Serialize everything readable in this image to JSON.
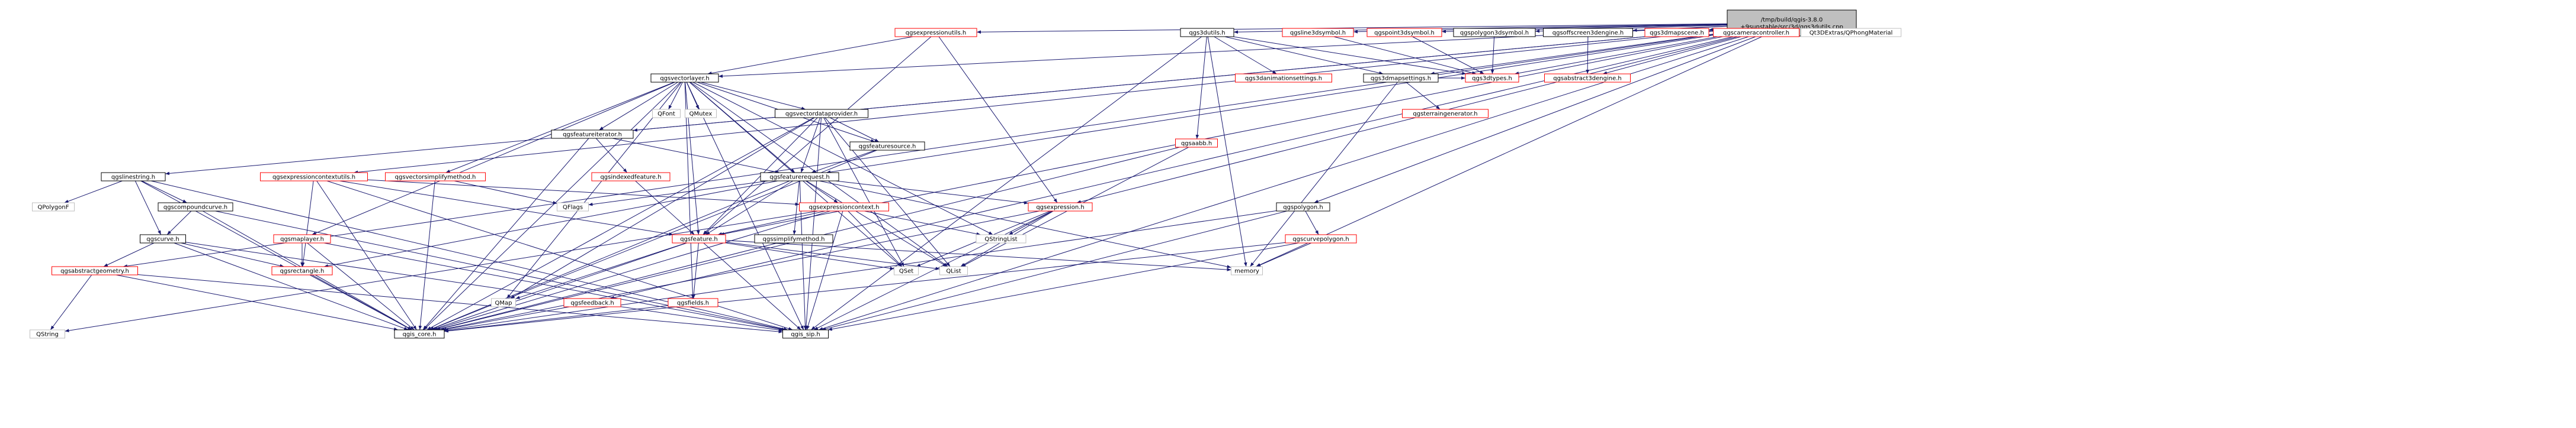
{
  "colors": {
    "edge": "#191970",
    "node_border_normal": "#000000",
    "node_border_linked": "#ff0000",
    "node_border_external": "#bfbfbf",
    "node_fill": "#ffffff",
    "root_fill": "#bfbfbf",
    "text": "#000000"
  },
  "nodes": [
    {
      "id": "root",
      "label": [
        "/tmp/build/qgis-3.8.0",
        "+9sunstable/src/3d/qgs3dutils.cpp"
      ],
      "kind": "root"
    },
    {
      "id": "qgsexpressionutils",
      "label": [
        "qgsexpressionutils.h"
      ],
      "kind": "linked"
    },
    {
      "id": "qgs3dutils",
      "label": [
        "qgs3dutils.h"
      ],
      "kind": "normal"
    },
    {
      "id": "qgsline3dsymbol",
      "label": [
        "qgsline3dsymbol.h"
      ],
      "kind": "linked"
    },
    {
      "id": "qgspoint3dsymbol",
      "label": [
        "qgspoint3dsymbol.h"
      ],
      "kind": "linked"
    },
    {
      "id": "qgspolygon3dsymbol",
      "label": [
        "qgspolygon3dsymbol.h"
      ],
      "kind": "normal"
    },
    {
      "id": "qgsoffscreen3dengine",
      "label": [
        "qgsoffscreen3dengine.h"
      ],
      "kind": "normal"
    },
    {
      "id": "qgs3dmapscene",
      "label": [
        "qgs3dmapscene.h"
      ],
      "kind": "linked"
    },
    {
      "id": "qgscameracontroller",
      "label": [
        "qgscameracontroller.h"
      ],
      "kind": "linked"
    },
    {
      "id": "qt3dextras",
      "label": [
        "Qt3DExtras/QPhongMaterial"
      ],
      "kind": "external"
    },
    {
      "id": "qgsvectorlayer",
      "label": [
        "qgsvectorlayer.h"
      ],
      "kind": "normal"
    },
    {
      "id": "qgs3danimationsettings",
      "label": [
        "qgs3danimationsettings.h"
      ],
      "kind": "linked"
    },
    {
      "id": "qgs3dmapsettings",
      "label": [
        "qgs3dmapsettings.h"
      ],
      "kind": "normal"
    },
    {
      "id": "qgs3dtypes",
      "label": [
        "qgs3dtypes.h"
      ],
      "kind": "linked"
    },
    {
      "id": "qgsabstract3dengine",
      "label": [
        "qgsabstract3dengine.h"
      ],
      "kind": "linked"
    },
    {
      "id": "qfont",
      "label": [
        "QFont"
      ],
      "kind": "external"
    },
    {
      "id": "qmutex",
      "label": [
        "QMutex"
      ],
      "kind": "external"
    },
    {
      "id": "qgsvectordataprovider",
      "label": [
        "qgsvectordataprovider.h"
      ],
      "kind": "normal"
    },
    {
      "id": "qgsterraingenerator",
      "label": [
        "qgsterraingenerator.h"
      ],
      "kind": "linked"
    },
    {
      "id": "qgsaabb",
      "label": [
        "qgsaabb.h"
      ],
      "kind": "linked"
    },
    {
      "id": "qgsfeatureiterator",
      "label": [
        "qgsfeatureiterator.h"
      ],
      "kind": "normal"
    },
    {
      "id": "qgsfeaturesource",
      "label": [
        "qgsfeaturesource.h"
      ],
      "kind": "normal"
    },
    {
      "id": "qgslinestring",
      "label": [
        "qgslinestring.h"
      ],
      "kind": "normal"
    },
    {
      "id": "qgsexpressioncontextutils",
      "label": [
        "qgsexpressioncontextutils.h"
      ],
      "kind": "linked"
    },
    {
      "id": "qgsvectorsimplifymethod",
      "label": [
        "qgsvectorsimplifymethod.h"
      ],
      "kind": "linked"
    },
    {
      "id": "qgsindexedfeature",
      "label": [
        "qgsindexedfeature.h"
      ],
      "kind": "linked"
    },
    {
      "id": "qgsfeaturerequest",
      "label": [
        "qgsfeaturerequest.h"
      ],
      "kind": "normal"
    },
    {
      "id": "qgspolygon",
      "label": [
        "qgspolygon.h"
      ],
      "kind": "normal"
    },
    {
      "id": "qpolygonf",
      "label": [
        "QPolygonF"
      ],
      "kind": "external"
    },
    {
      "id": "qgscompoundcurve",
      "label": [
        "qgscompoundcurve.h"
      ],
      "kind": "normal"
    },
    {
      "id": "qflags",
      "label": [
        "QFlags"
      ],
      "kind": "external"
    },
    {
      "id": "qgsexpressioncontext",
      "label": [
        "qgsexpressioncontext.h"
      ],
      "kind": "linked"
    },
    {
      "id": "qgsexpression",
      "label": [
        "qgsexpression.h"
      ],
      "kind": "linked"
    },
    {
      "id": "qgscurvepolygon",
      "label": [
        "qgscurvepolygon.h"
      ],
      "kind": "linked"
    },
    {
      "id": "qgsmaplayer",
      "label": [
        "qgsmaplayer.h"
      ],
      "kind": "linked"
    },
    {
      "id": "qgscurve",
      "label": [
        "qgscurve.h"
      ],
      "kind": "normal"
    },
    {
      "id": "qstringlist",
      "label": [
        "QStringList"
      ],
      "kind": "external"
    },
    {
      "id": "qgsfeature",
      "label": [
        "qgsfeature.h"
      ],
      "kind": "linked"
    },
    {
      "id": "qgssimplifymethod",
      "label": [
        "qgssimplifymethod.h"
      ],
      "kind": "normal"
    },
    {
      "id": "memory",
      "label": [
        "memory"
      ],
      "kind": "external"
    },
    {
      "id": "qgsabstractgeometry",
      "label": [
        "qgsabstractgeometry.h"
      ],
      "kind": "linked"
    },
    {
      "id": "qgsrectangle",
      "label": [
        "qgsrectangle.h"
      ],
      "kind": "linked"
    },
    {
      "id": "qmap",
      "label": [
        "QMap"
      ],
      "kind": "external"
    },
    {
      "id": "qgsfeedback",
      "label": [
        "qgsfeedback.h"
      ],
      "kind": "linked"
    },
    {
      "id": "qgsfields",
      "label": [
        "qgsfields.h"
      ],
      "kind": "linked"
    },
    {
      "id": "qset",
      "label": [
        "QSet"
      ],
      "kind": "external"
    },
    {
      "id": "qlist",
      "label": [
        "QList"
      ],
      "kind": "external"
    },
    {
      "id": "qstring",
      "label": [
        "QString"
      ],
      "kind": "external"
    },
    {
      "id": "qgis_core",
      "label": [
        "qgis_core.h"
      ],
      "kind": "normal"
    },
    {
      "id": "qgis_sip",
      "label": [
        "qgis_sip.h"
      ],
      "kind": "normal"
    }
  ],
  "edges": [
    [
      "root",
      "qgsexpressionutils"
    ],
    [
      "root",
      "qgs3dutils"
    ],
    [
      "root",
      "qgsline3dsymbol"
    ],
    [
      "root",
      "qgspoint3dsymbol"
    ],
    [
      "root",
      "qgspolygon3dsymbol"
    ],
    [
      "root",
      "qgsoffscreen3dengine"
    ],
    [
      "root",
      "qgs3dmapscene"
    ],
    [
      "root",
      "qgscameracontroller"
    ],
    [
      "root",
      "qt3dextras"
    ],
    [
      "root",
      "qgsvectorlayer"
    ],
    [
      "root",
      "qgs3dmapsettings"
    ],
    [
      "root",
      "qgsabstract3dengine"
    ],
    [
      "root",
      "qgs3dtypes"
    ],
    [
      "root",
      "qgsfeatureiterator"
    ],
    [
      "root",
      "qgslinestring"
    ],
    [
      "root",
      "qgsexpressioncontextutils"
    ],
    [
      "root",
      "qgsfeaturerequest"
    ],
    [
      "root",
      "qgspolygon"
    ],
    [
      "root",
      "qgsexpression"
    ],
    [
      "root",
      "qgsfeature"
    ],
    [
      "root",
      "qgsabstractgeometry"
    ],
    [
      "root",
      "qgsfeedback"
    ],
    [
      "root",
      "memory"
    ],
    [
      "root",
      "qgis_sip"
    ],
    [
      "qgsexpressionutils",
      "qgsvectorlayer"
    ],
    [
      "qgsexpressionutils",
      "qgsexpression"
    ],
    [
      "qgsexpressionutils",
      "qgsfeature"
    ],
    [
      "qgs3dutils",
      "qgs3danimationsettings"
    ],
    [
      "qgs3dutils",
      "qgs3dmapsettings"
    ],
    [
      "qgs3dutils",
      "qgs3dtypes"
    ],
    [
      "qgs3dutils",
      "qgsaabb"
    ],
    [
      "qgs3dutils",
      "memory"
    ],
    [
      "qgs3dutils",
      "qgis_sip"
    ],
    [
      "qgsline3dsymbol",
      "qgs3dtypes"
    ],
    [
      "qgspoint3dsymbol",
      "qgs3dtypes"
    ],
    [
      "qgspolygon3dsymbol",
      "qgs3dtypes"
    ],
    [
      "qgsoffscreen3dengine",
      "qgsabstract3dengine"
    ],
    [
      "qgs3dmapsettings",
      "qgsterraingenerator"
    ],
    [
      "qgs3dmapsettings",
      "qgs3dtypes"
    ],
    [
      "qgs3dmapsettings",
      "memory"
    ],
    [
      "qgsvectorlayer",
      "qfont"
    ],
    [
      "qgsvectorlayer",
      "qmutex"
    ],
    [
      "qgsvectorlayer",
      "qgsvectordataprovider"
    ],
    [
      "qgsvectorlayer",
      "qgsfeatureiterator"
    ],
    [
      "qgsvectorlayer",
      "qgsfeaturesource"
    ],
    [
      "qgsvectorlayer",
      "qgsvectorsimplifymethod"
    ],
    [
      "qgsvectorlayer",
      "qgsfeaturerequest"
    ],
    [
      "qgsvectorlayer",
      "qgsmaplayer"
    ],
    [
      "qgsvectorlayer",
      "qgsfeature"
    ],
    [
      "qgsvectorlayer",
      "qmap"
    ],
    [
      "qgsvectorlayer",
      "qgsfields"
    ],
    [
      "qgsvectorlayer",
      "qset"
    ],
    [
      "qgsvectorlayer",
      "qlist"
    ],
    [
      "qgsvectorlayer",
      "qstringlist"
    ],
    [
      "qgsvectorlayer",
      "qgis_core"
    ],
    [
      "qgsvectorlayer",
      "qgis_sip"
    ],
    [
      "qgsvectordataprovider",
      "qgsfeaturesource"
    ],
    [
      "qgsvectordataprovider",
      "qgsfeaturerequest"
    ],
    [
      "qgsvectordataprovider",
      "qgsfeature"
    ],
    [
      "qgsvectordataprovider",
      "qmap"
    ],
    [
      "qgsvectordataprovider",
      "qset"
    ],
    [
      "qgsvectordataprovider",
      "qlist"
    ],
    [
      "qgsvectordataprovider",
      "qgis_core"
    ],
    [
      "qgsvectordataprovider",
      "qgis_sip"
    ],
    [
      "qgsaabb",
      "qlist"
    ],
    [
      "qgsaabb",
      "qgis_core"
    ],
    [
      "qgsfeatureiterator",
      "qgsindexedfeature"
    ],
    [
      "qgsfeatureiterator",
      "qgsfeaturerequest"
    ],
    [
      "qgsfeatureiterator",
      "qgis_core"
    ],
    [
      "qgsfeaturesource",
      "qgsfeaturerequest"
    ],
    [
      "qgsfeaturesource",
      "qgis_core"
    ],
    [
      "qgslinestring",
      "qpolygonf"
    ],
    [
      "qgslinestring",
      "qgscompoundcurve"
    ],
    [
      "qgslinestring",
      "qgscurve"
    ],
    [
      "qgslinestring",
      "qgis_core"
    ],
    [
      "qgslinestring",
      "qgis_sip"
    ],
    [
      "qgsexpressioncontextutils",
      "qgsexpressioncontext"
    ],
    [
      "qgsexpressioncontextutils",
      "qgsfeature"
    ],
    [
      "qgsexpressioncontextutils",
      "qgsrectangle"
    ],
    [
      "qgsexpressioncontextutils",
      "qgis_core"
    ],
    [
      "qgsexpressioncontextutils",
      "qgis_sip"
    ],
    [
      "qgsvectorsimplifymethod",
      "qflags"
    ],
    [
      "qgsvectorsimplifymethod",
      "qgis_core"
    ],
    [
      "qgsindexedfeature",
      "qgsfeature"
    ],
    [
      "qgsfeaturerequest",
      "qflags"
    ],
    [
      "qgsfeaturerequest",
      "qgsexpressioncontext"
    ],
    [
      "qgsfeaturerequest",
      "qgsexpression"
    ],
    [
      "qgsfeaturerequest",
      "qgsfeature"
    ],
    [
      "qgsfeaturerequest",
      "qgssimplifymethod"
    ],
    [
      "qgsfeaturerequest",
      "qgsrectangle"
    ],
    [
      "qgsfeaturerequest",
      "memory"
    ],
    [
      "qgsfeaturerequest",
      "qlist"
    ],
    [
      "qgsfeaturerequest",
      "qgis_core"
    ],
    [
      "qgsfeaturerequest",
      "qgis_sip"
    ],
    [
      "qgspolygon",
      "qgscurvepolygon"
    ],
    [
      "qgspolygon",
      "qgis_core"
    ],
    [
      "qgspolygon",
      "qgis_sip"
    ],
    [
      "qgscompoundcurve",
      "qgscurve"
    ],
    [
      "qgscompoundcurve",
      "qgis_core"
    ],
    [
      "qgscompoundcurve",
      "qgis_sip"
    ],
    [
      "qgsexpressioncontext",
      "qgsfeature"
    ],
    [
      "qgsexpressioncontext",
      "qstringlist"
    ],
    [
      "qgsexpressioncontext",
      "qset"
    ],
    [
      "qgsexpressioncontext",
      "qstring"
    ],
    [
      "qgsexpressioncontext",
      "qgis_core"
    ],
    [
      "qgsexpressioncontext",
      "qgis_sip"
    ],
    [
      "qgsexpression",
      "qstringlist"
    ],
    [
      "qgsexpression",
      "qset"
    ],
    [
      "qgsexpression",
      "qlist"
    ],
    [
      "qgsexpression",
      "qgis_core"
    ],
    [
      "qgsexpression",
      "qgis_sip"
    ],
    [
      "qgscurvepolygon",
      "memory"
    ],
    [
      "qgscurvepolygon",
      "qgis_core"
    ],
    [
      "qgscurvepolygon",
      "qgis_sip"
    ],
    [
      "qgsmaplayer",
      "qgsrectangle"
    ],
    [
      "qgsmaplayer",
      "qgis_core"
    ],
    [
      "qgsmaplayer",
      "qgis_sip"
    ],
    [
      "qgscurve",
      "qgsabstractgeometry"
    ],
    [
      "qgscurve",
      "qgsrectangle"
    ],
    [
      "qgscurve",
      "qgis_core"
    ],
    [
      "qgscurve",
      "qgis_sip"
    ],
    [
      "qgsfeature",
      "qmap"
    ],
    [
      "qgsfeature",
      "qgsfields"
    ],
    [
      "qgsfeature",
      "qset"
    ],
    [
      "qgsfeature",
      "qlist"
    ],
    [
      "qgsfeature",
      "memory"
    ],
    [
      "qgsfeature",
      "qgis_core"
    ],
    [
      "qgsfeature",
      "qgis_sip"
    ],
    [
      "qgssimplifymethod",
      "qgis_core"
    ],
    [
      "qgsabstractgeometry",
      "qstring"
    ],
    [
      "qgsabstractgeometry",
      "qgis_core"
    ],
    [
      "qgsabstractgeometry",
      "qgis_sip"
    ],
    [
      "qgsrectangle",
      "qgis_core"
    ],
    [
      "qgsfeedback",
      "qgis_core"
    ],
    [
      "qgsfields",
      "qgis_core"
    ]
  ]
}
